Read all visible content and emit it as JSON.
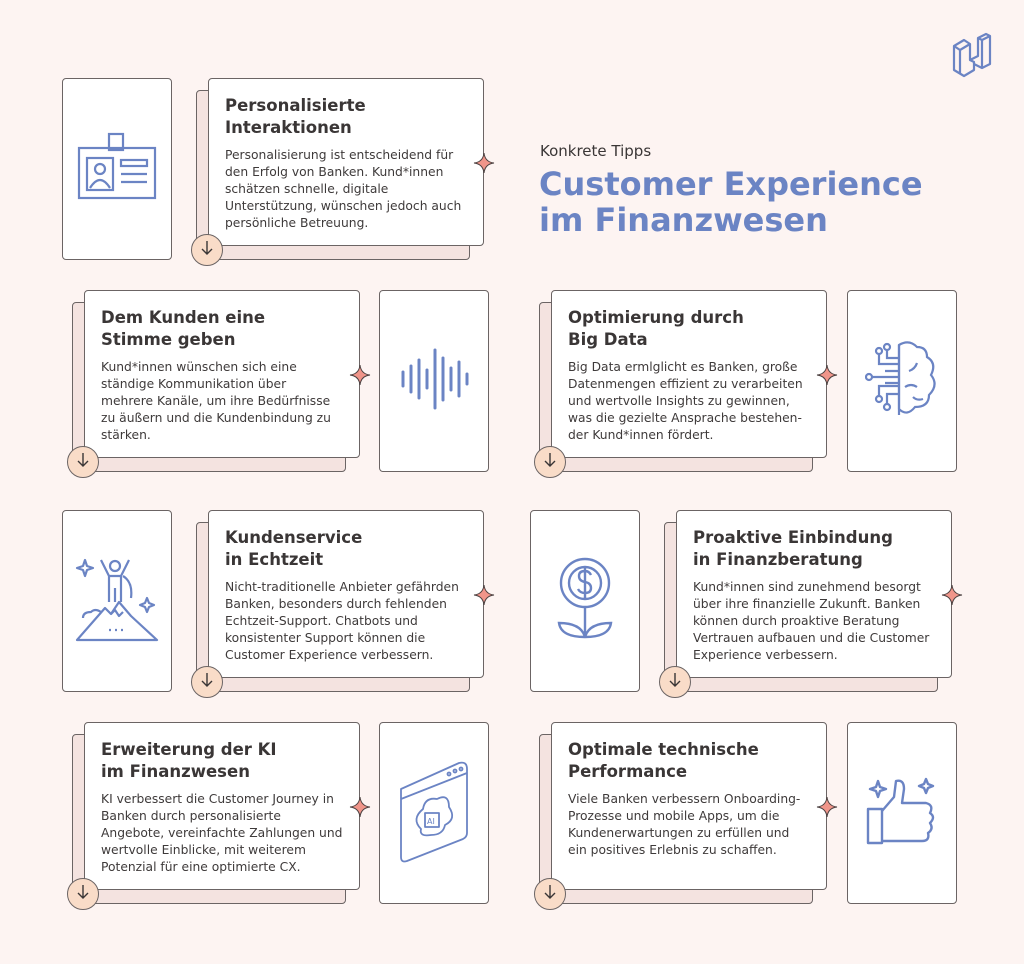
{
  "header": {
    "kicker": "Konkrete Tipps",
    "title_lines": [
      "Customer Experience",
      "im Finanzwesen"
    ]
  },
  "logo": {
    "icon": "isometric-n-logo-icon"
  },
  "colors": {
    "background": "#fdf4f2",
    "accent_blue": "#6b84c4",
    "back_card": "#f4e3e0",
    "circle": "#f9dcc8",
    "star": "#f0958a",
    "text": "#3a3636"
  },
  "tips": [
    {
      "icon": "id-badge-icon",
      "title_lines": [
        "Personalisierte",
        "Interaktionen"
      ],
      "body_lines": [
        "Personalisierung ist entscheidend für",
        "den Erfolg von Banken. Kund*innen",
        "schätzen schnelle, digitale",
        "Unterstützung, wünschen jedoch auch",
        "persönliche Betreuung."
      ]
    },
    {
      "icon": "sound-wave-icon",
      "title_lines": [
        "Dem Kunden eine",
        "Stimme geben"
      ],
      "body_lines": [
        "Kund*innen wünschen sich eine",
        "ständige Kommunikation über",
        "mehrere Kanäle, um ihre Bedürfnisse",
        "zu äußern und die Kundenbindung zu",
        "stärken."
      ]
    },
    {
      "icon": "circuit-brain-icon",
      "title_lines": [
        "Optimierung durch",
        "Big Data"
      ],
      "body_lines": [
        "Big Data ermlglicht es Banken, große",
        "Datenmengen effizient zu verarbeiten",
        "und wertvolle Insights zu gewinnen,",
        "was die gezielte Ansprache bestehen-",
        "der Kund*innen fördert."
      ]
    },
    {
      "icon": "mountain-summit-person-icon",
      "title_lines": [
        "Kundenservice",
        "in Echtzeit"
      ],
      "body_lines": [
        "Nicht-traditionelle Anbieter gefährden",
        "Banken, besonders durch fehlenden",
        "Echtzeit-Support. Chatbots und",
        "konsistenter Support können die",
        "Customer Experience verbessern."
      ]
    },
    {
      "icon": "dollar-flower-icon",
      "title_lines": [
        "Proaktive Einbindung",
        "in Finanzberatung"
      ],
      "body_lines": [
        "Kund*innen sind zunehmend besorgt",
        "über ihre finanzielle Zukunft. Banken",
        "können durch proaktive Beratung",
        "Vertrauen aufbauen und die Customer",
        "Experience verbessern."
      ]
    },
    {
      "icon": "ai-browser-icon",
      "title_lines": [
        "Erweiterung der KI",
        "im Finanzwesen"
      ],
      "body_lines": [
        "KI verbessert die Customer Journey in",
        "Banken durch personalisierte",
        "Angebote, vereinfachte Zahlungen und",
        "wertvolle Einblicke, mit weiterem",
        "Potenzial für eine optimierte CX."
      ]
    },
    {
      "icon": "thumbs-up-icon",
      "title_lines": [
        "Optimale technische",
        "Performance"
      ],
      "body_lines": [
        "Viele Banken verbessern Onboarding-",
        "Prozesse und mobile Apps, um die",
        "Kundenerwartungen zu erfüllen und",
        "ein positives Erlebnis zu schaffen."
      ]
    }
  ]
}
